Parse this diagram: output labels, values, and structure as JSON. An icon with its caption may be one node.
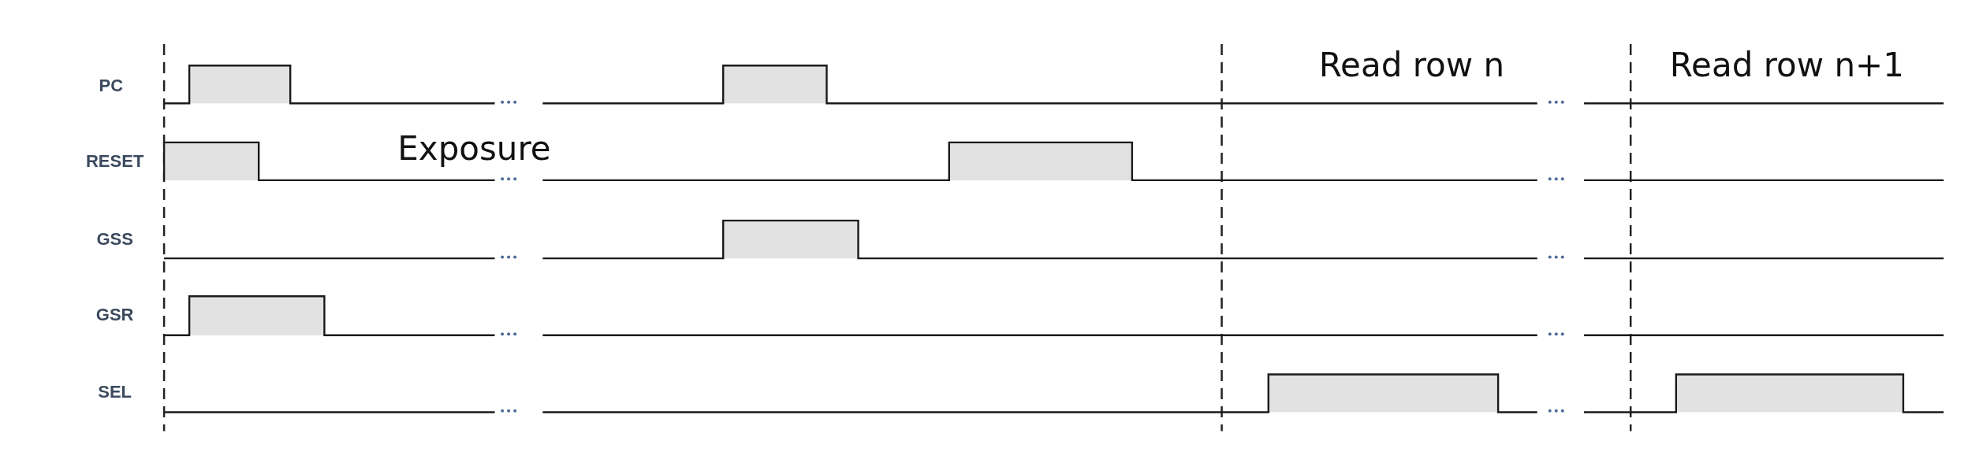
{
  "diagram": {
    "labels": [
      "Read row n",
      "Read row n+1",
      "PC",
      "RESET",
      "Exposure",
      "GSS",
      "GSR",
      "SEL"
    ]
  }
}
